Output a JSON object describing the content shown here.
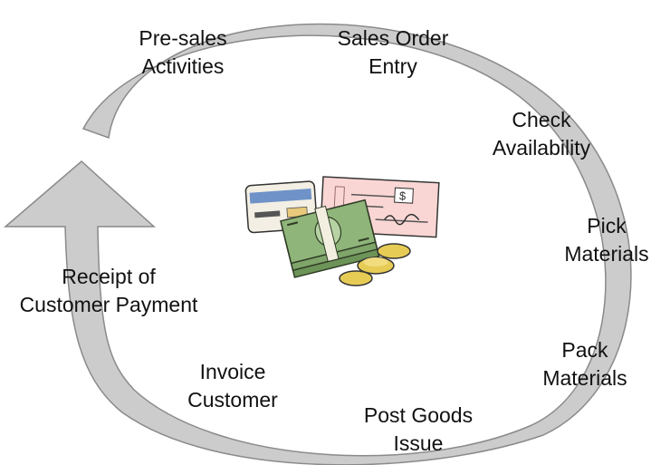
{
  "cycle": {
    "steps": [
      {
        "line1": "Pre-sales",
        "line2": "Activities"
      },
      {
        "line1": "Sales Order",
        "line2": "Entry"
      },
      {
        "line1": "Check",
        "line2": "Availability"
      },
      {
        "line1": "Pick",
        "line2": "Materials"
      },
      {
        "line1": "Pack",
        "line2": "Materials"
      },
      {
        "line1": "Post Goods",
        "line2": "Issue"
      },
      {
        "line1": "Invoice",
        "line2": "Customer"
      },
      {
        "line1": "Receipt of",
        "line2": "Customer Payment"
      }
    ]
  },
  "clipart": {
    "cheque_symbol": "$",
    "icon": "money-payment-icon"
  },
  "colors": {
    "arrow_fill": "#cccccc",
    "arrow_stroke": "#8a8a8a",
    "cheque_fill": "#f9d6d4",
    "card_stripe": "#6f93c8",
    "bill_green": "#7fa56a",
    "coin_gold": "#e6cc55"
  }
}
